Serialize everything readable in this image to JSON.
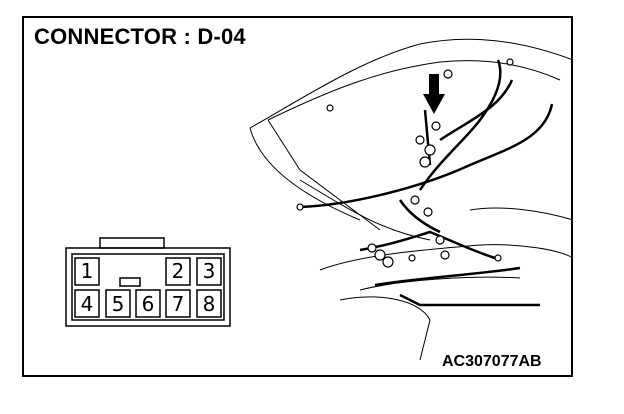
{
  "title": "CONNECTOR : D-04",
  "figure_code": "AC307077AB",
  "connector": {
    "top_row": [
      "1",
      "2",
      "3"
    ],
    "bottom_row": [
      "4",
      "5",
      "6",
      "7",
      "8"
    ]
  },
  "colors": {
    "line": "#000000",
    "background": "#ffffff"
  }
}
